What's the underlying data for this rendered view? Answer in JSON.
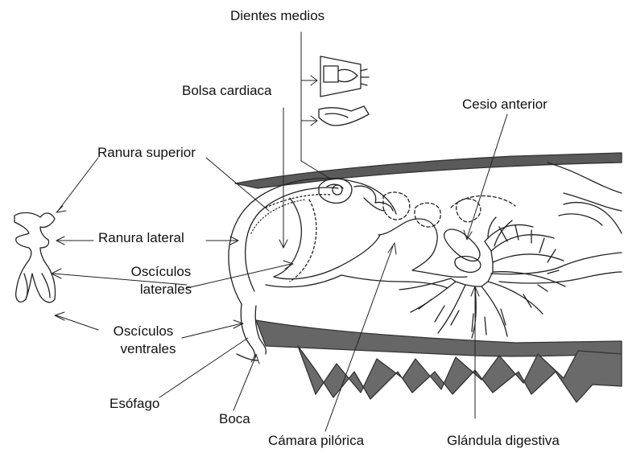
{
  "diagram": {
    "labels": {
      "dientes_medios": "Dientes medios",
      "bolsa_cardiaca": "Bolsa cardiaca",
      "cesio_anterior": "Cesio anterior",
      "ranura_superior": "Ranura superior",
      "ranura_lateral": "Ranura lateral",
      "osciculos_laterales_1": "Oscículos",
      "osciculos_laterales_2": "laterales",
      "osciculos_ventrales_1": "Oscículos",
      "osciculos_ventrales_2": "ventrales",
      "esofago": "Esófago",
      "boca": "Boca",
      "camara_pilorica": "Cámara pilórica",
      "glandula_digestiva": "Glándula digestiva"
    },
    "colors": {
      "ink": "#222222",
      "shade": "#555555",
      "paper": "#ffffff"
    }
  }
}
